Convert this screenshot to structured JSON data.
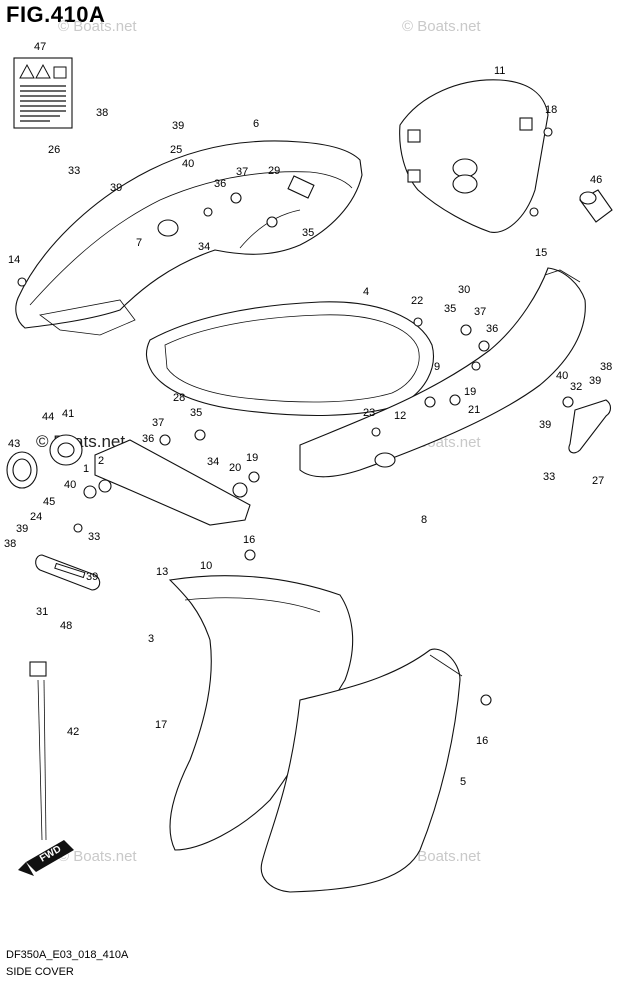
{
  "figure": {
    "title": "FIG.410A",
    "code": "DF350A_E03_018_410A",
    "name": "SIDE COVER",
    "fwd_label": "FWD"
  },
  "watermark": {
    "text": "© Boats.net",
    "text_dark": "© Boats.net"
  },
  "callouts": [
    "47",
    "38",
    "39",
    "26",
    "25",
    "40",
    "33",
    "39",
    "6",
    "37",
    "29",
    "36",
    "7",
    "34",
    "35",
    "11",
    "18",
    "46",
    "15",
    "14",
    "4",
    "22",
    "30",
    "35",
    "37",
    "36",
    "9",
    "19",
    "40",
    "32",
    "39",
    "38",
    "12",
    "21",
    "23",
    "39",
    "33",
    "27",
    "8",
    "44",
    "41",
    "43",
    "28",
    "37",
    "35",
    "36",
    "19",
    "34",
    "20",
    "1",
    "2",
    "40",
    "45",
    "24",
    "39",
    "38",
    "33",
    "39",
    "31",
    "48",
    "13",
    "10",
    "16",
    "3",
    "42",
    "17",
    "16",
    "5"
  ]
}
